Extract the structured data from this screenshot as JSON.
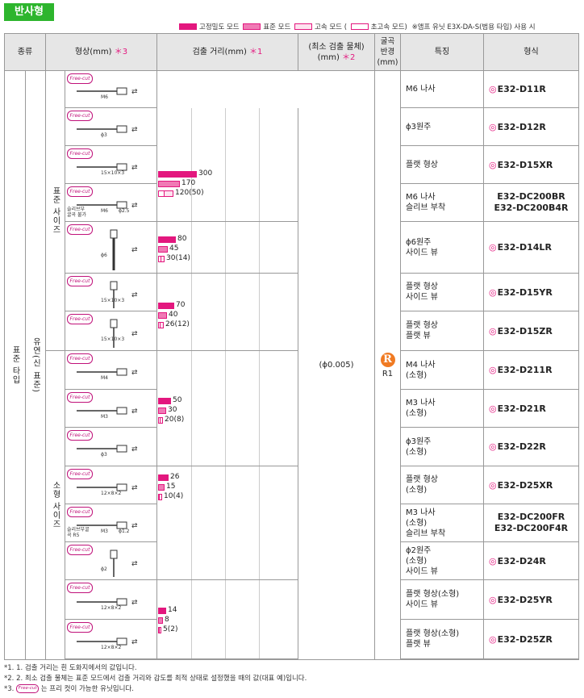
{
  "title": "반사형",
  "legend": {
    "items": [
      {
        "label": "고정밀도 모드"
      },
      {
        "label": "표준 모드"
      },
      {
        "label": "고속 모드 ("
      },
      {
        "label": "초고속 모드)"
      }
    ],
    "note": "※앰프 유닛 E3X-DA-S(범용 타입) 사용 시"
  },
  "headers": {
    "type": "종류",
    "shape": "형상(mm)",
    "shape_mark": "＊3",
    "distance": "검출 거리(mm)",
    "distance_mark": "＊1",
    "min_obj_1": "(최소 검출 물체)",
    "min_obj_2": "(mm)",
    "min_obj_mark": "＊2",
    "bend": "굴곡\n반경\n(mm)",
    "feature": "특징",
    "model": "형식"
  },
  "category": {
    "type": "표준 타입",
    "sub": "유연(신 표준)",
    "size_std": "표준 사이즈",
    "size_small": "소형 사이즈"
  },
  "min_object": "(ϕ0.005)",
  "bend_radius": {
    "badge": "R",
    "value": "R1"
  },
  "freecut_label": "Free-cut",
  "shape_labels": {
    "m6": "M6",
    "phi3": "ϕ3",
    "flat15": "15×10×3",
    "sleeve": "슬리브부\n굴곡 불가",
    "phi25": "ϕ2.5",
    "phi6": "ϕ6",
    "m4": "M4",
    "m3": "M3",
    "flat12": "12×8×2",
    "sleeve_r5": "슬리브부굴\n곡 R5",
    "phi12": "ϕ1.2",
    "phi2": "ϕ2"
  },
  "rows": [
    {
      "feature": "M6 나사",
      "model": [
        "E32-D11R"
      ],
      "ring": true
    },
    {
      "feature": "ϕ3원주",
      "model": [
        "E32-D12R"
      ],
      "ring": true
    },
    {
      "feature": "플랫 형상",
      "model": [
        "E32-D15XR"
      ],
      "ring": true
    },
    {
      "feature": "M6 나사\n슬리브 부착",
      "model": [
        "E32-DC200BR",
        "E32-DC200B4R"
      ],
      "ring": false
    },
    {
      "feature": "ϕ6원주\n사이드 뷰",
      "model": [
        "E32-D14LR"
      ],
      "ring": true
    },
    {
      "feature": "플랫 형상\n사이드 뷰",
      "model": [
        "E32-D15YR"
      ],
      "ring": true
    },
    {
      "feature": "플랫 형상\n플랫 뷰",
      "model": [
        "E32-D15ZR"
      ],
      "ring": true
    },
    {
      "feature": "M4 나사\n(소형)",
      "model": [
        "E32-D211R"
      ],
      "ring": true
    },
    {
      "feature": "M3 나사\n(소형)",
      "model": [
        "E32-D21R"
      ],
      "ring": true
    },
    {
      "feature": "ϕ3원주\n(소형)",
      "model": [
        "E32-D22R"
      ],
      "ring": true
    },
    {
      "feature": "플랫 형상\n(소형)",
      "model": [
        "E32-D25XR"
      ],
      "ring": true
    },
    {
      "feature": "M3 나사\n(소형)\n슬리브 부착",
      "model": [
        "E32-DC200FR",
        "E32-DC200F4R"
      ],
      "ring": false
    },
    {
      "feature": "ϕ2원주\n(소형)\n사이드 뷰",
      "model": [
        "E32-D24R"
      ],
      "ring": true
    },
    {
      "feature": "플랫 형상(소형)\n사이드 뷰",
      "model": [
        "E32-D25YR"
      ],
      "ring": true
    },
    {
      "feature": "플랫 형상(소형)\n플랫 뷰",
      "model": [
        "E32-D25ZR"
      ],
      "ring": true
    }
  ],
  "distance_groups": [
    {
      "hi": 300,
      "std": 170,
      "fast": 120,
      "ultra": 50,
      "labels": [
        "300",
        "170",
        "120(50)"
      ]
    },
    {
      "hi": 80,
      "std": 45,
      "fast": 30,
      "ultra": 14,
      "labels": [
        "80",
        "45",
        "30(14)"
      ]
    },
    {
      "hi": 70,
      "std": 40,
      "fast": 26,
      "ultra": 12,
      "labels": [
        "70",
        "40",
        "26(12)"
      ]
    },
    {
      "hi": 50,
      "std": 30,
      "fast": 20,
      "ultra": 8,
      "labels": [
        "50",
        "30",
        "20(8)"
      ]
    },
    {
      "hi": 26,
      "std": 15,
      "fast": 10,
      "ultra": 4,
      "labels": [
        "26",
        "15",
        "10(4)"
      ]
    },
    {
      "hi": 14,
      "std": 8,
      "fast": 5,
      "ultra": 2,
      "labels": [
        "14",
        "8",
        "5(2)"
      ]
    }
  ],
  "notes": [
    "1. 검출 거리는 흰 도화지에서의 값입니다.",
    "2. 최소 검출 물체는 표준 모드에서 검출 거리와 감도를 최적 상태로 설정했을 때의 값(대표 예)입니다.",
    "는 프리 컷이 가능한 유닛입니다."
  ],
  "note_prefix": [
    "*1.",
    "*2.",
    "*3."
  ]
}
